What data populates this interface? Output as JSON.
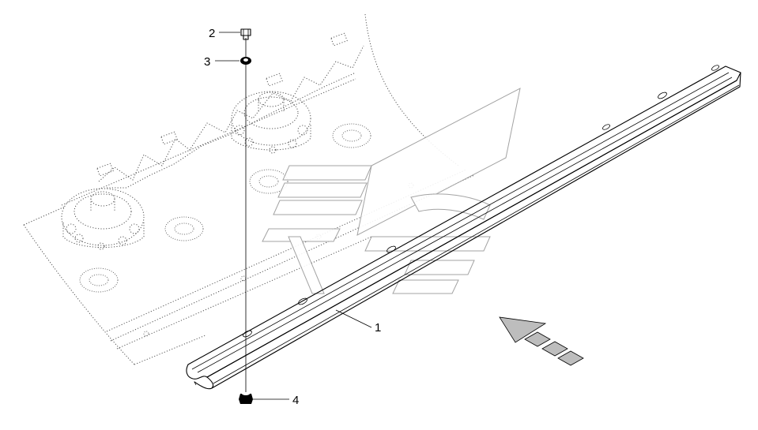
{
  "diagram": {
    "callouts": [
      {
        "id": "1",
        "text": "1"
      },
      {
        "id": "2",
        "text": "2"
      },
      {
        "id": "3",
        "text": "3"
      },
      {
        "id": "4",
        "text": "4"
      }
    ],
    "colors": {
      "line": "#000000",
      "phantom": "#666666",
      "watermark": "#9a9a9a",
      "arrow_fill": "#bdbdbd"
    },
    "direction_arrow_icon": "travel-direction-arrow-icon"
  }
}
